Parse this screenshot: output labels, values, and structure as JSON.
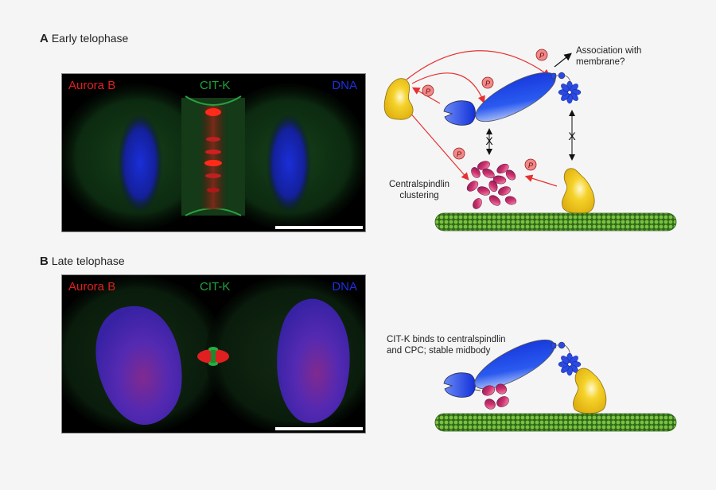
{
  "panels": [
    {
      "letter": "A",
      "title": "Early telophase",
      "micrograph": {
        "channels": [
          {
            "name": "Aurora B",
            "color": "#e02020"
          },
          {
            "name": "CIT-K",
            "color": "#1fa43a"
          },
          {
            "name": "DNA",
            "color": "#1f2fe0"
          }
        ],
        "scale_bar": true
      },
      "schematic": {
        "labels": {
          "membrane": "Association with membrane?",
          "membrane_line1": "Association with",
          "membrane_line2": "membrane?",
          "cluster_line1": "Centralspindlin",
          "cluster_line2": "clustering"
        },
        "phospho_marker": "P",
        "block_marker": "X"
      }
    },
    {
      "letter": "B",
      "title": "Late telophase",
      "micrograph": {
        "channels": [
          {
            "name": "Aurora B",
            "color": "#e02020"
          },
          {
            "name": "CIT-K",
            "color": "#1fa43a"
          },
          {
            "name": "DNA",
            "color": "#1f2fe0"
          }
        ],
        "scale_bar": true
      },
      "schematic": {
        "labels": {
          "caption_line1": "CIT-K binds to centralspindlin",
          "caption_line2": "and CPC; stable midbody"
        }
      }
    }
  ],
  "colors": {
    "background": "#f5f5f5",
    "aurora_b": "#e02020",
    "cit_k": "#1fa43a",
    "dna": "#1f2fe0",
    "kinase_yellow": "#f2c81e",
    "citk_blue": "#1f3fe0",
    "centralspindlin_magenta": "#c0246a",
    "microtubule_green": "#4f8a2a",
    "phospho_arrow": "#e83030"
  }
}
